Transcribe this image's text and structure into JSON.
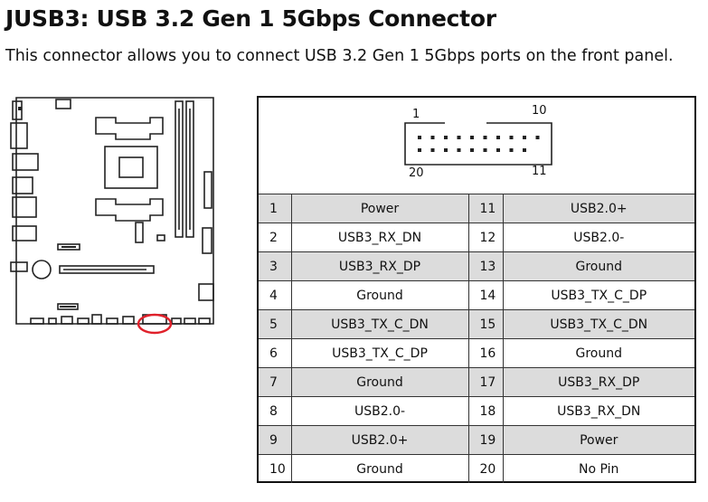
{
  "header": {
    "title": "JUSB3: USB 3.2 Gen 1 5Gbps Connector",
    "subtitle": "This connector allows you to connect USB 3.2 Gen 1 5Gbps ports on the front panel."
  },
  "connector": {
    "label_top_left": "1",
    "label_top_right": "10",
    "label_bottom_left": "20",
    "label_bottom_right": "11"
  },
  "pins": [
    {
      "a_num": "1",
      "a_name": "Power",
      "b_num": "11",
      "b_name": "USB2.0+"
    },
    {
      "a_num": "2",
      "a_name": "USB3_RX_DN",
      "b_num": "12",
      "b_name": "USB2.0-"
    },
    {
      "a_num": "3",
      "a_name": "USB3_RX_DP",
      "b_num": "13",
      "b_name": "Ground"
    },
    {
      "a_num": "4",
      "a_name": "Ground",
      "b_num": "14",
      "b_name": "USB3_TX_C_DP"
    },
    {
      "a_num": "5",
      "a_name": "USB3_TX_C_DN",
      "b_num": "15",
      "b_name": "USB3_TX_C_DN"
    },
    {
      "a_num": "6",
      "a_name": "USB3_TX_C_DP",
      "b_num": "16",
      "b_name": "Ground"
    },
    {
      "a_num": "7",
      "a_name": "Ground",
      "b_num": "17",
      "b_name": "USB3_RX_DP"
    },
    {
      "a_num": "8",
      "a_name": "USB2.0-",
      "b_num": "18",
      "b_name": "USB3_RX_DN"
    },
    {
      "a_num": "9",
      "a_name": "USB2.0+",
      "b_num": "19",
      "b_name": "Power"
    },
    {
      "a_num": "10",
      "a_name": "Ground",
      "b_num": "20",
      "b_name": "No Pin"
    }
  ],
  "colors": {
    "highlight": "#e0202a",
    "row_shade": "#dcdcdc"
  }
}
